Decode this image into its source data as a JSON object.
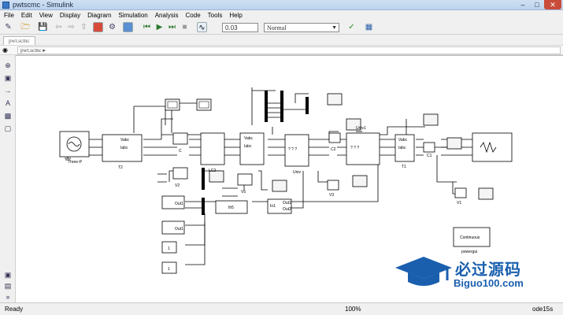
{
  "window": {
    "title": "pwtscmc - Simulink"
  },
  "menu": [
    "File",
    "Edit",
    "View",
    "Display",
    "Diagram",
    "Simulation",
    "Analysis",
    "Code",
    "Tools",
    "Help"
  ],
  "toolbar": {
    "stop_time": "0.03",
    "sim_mode": "Normal"
  },
  "tab": {
    "label": "pwt.scmc"
  },
  "address": {
    "path": "pwt.scmc"
  },
  "status": {
    "ready": "Ready",
    "zoom": "100%",
    "solver": "ode15s"
  },
  "blocks": {
    "source": "Three-P",
    "t2": "T2",
    "lc2": "LC2",
    "univ": "Univ",
    "univ1": "Univ1",
    "t1": "T1",
    "c": "C",
    "c2": "C2",
    "c1": "C1",
    "v2": "V2",
    "v5": "V5",
    "v3": "V3",
    "v1": "V1",
    "out1_a": "Out1",
    "out1_b": "Out1",
    "in1": "In1",
    "out_in1_a": "Out1",
    "out_in1_b": "Out2",
    "ih5": "Ih5",
    "const1": "1",
    "const2": "1",
    "continuous": "Continuous",
    "powergui": "powergui",
    "vabc": "Vabc",
    "iabc": "Iabc",
    "qqq": "? ? ?"
  },
  "watermark": {
    "cn": "必过源码",
    "en": "Biguo100.com"
  }
}
